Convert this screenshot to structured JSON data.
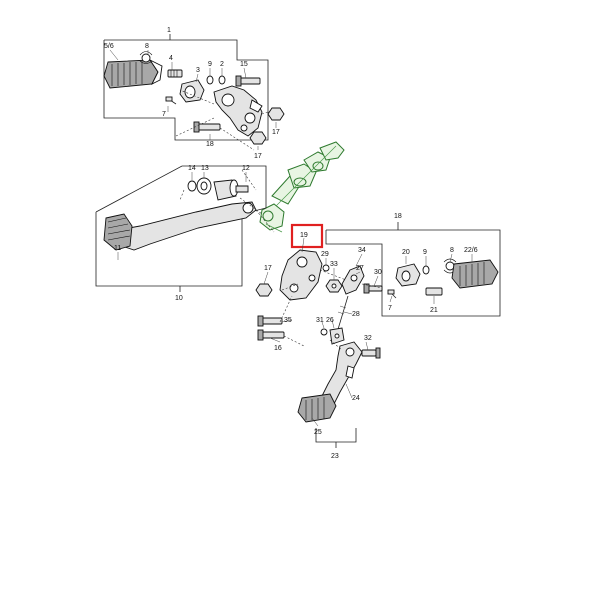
{
  "diagram": {
    "labels": {
      "l1": "1",
      "l5_6": "5/6",
      "l8a": "8",
      "l4": "4",
      "l3": "3",
      "l9a": "9",
      "l2": "2",
      "l15": "15",
      "l7a": "7",
      "l18a": "18",
      "l17a": "17",
      "l17b": "17",
      "l14": "14",
      "l13": "13",
      "l12": "12",
      "l11": "11",
      "l10": "10",
      "l19": "19",
      "l18b": "18",
      "l34": "34",
      "l20": "20",
      "l9b": "9",
      "l8b": "8",
      "l22_6": "22/6",
      "l17c": "17",
      "l29": "29",
      "l33": "33",
      "l27": "27",
      "l30": "30",
      "l7b": "7",
      "l21": "21",
      "l35": "35",
      "l16": "16",
      "l31": "31",
      "l26": "26",
      "l28": "28",
      "l32": "32",
      "l24": "24",
      "l25": "25",
      "l23": "23"
    },
    "highlight_color": "#e02020",
    "accent_color": "#2e7a2e"
  }
}
